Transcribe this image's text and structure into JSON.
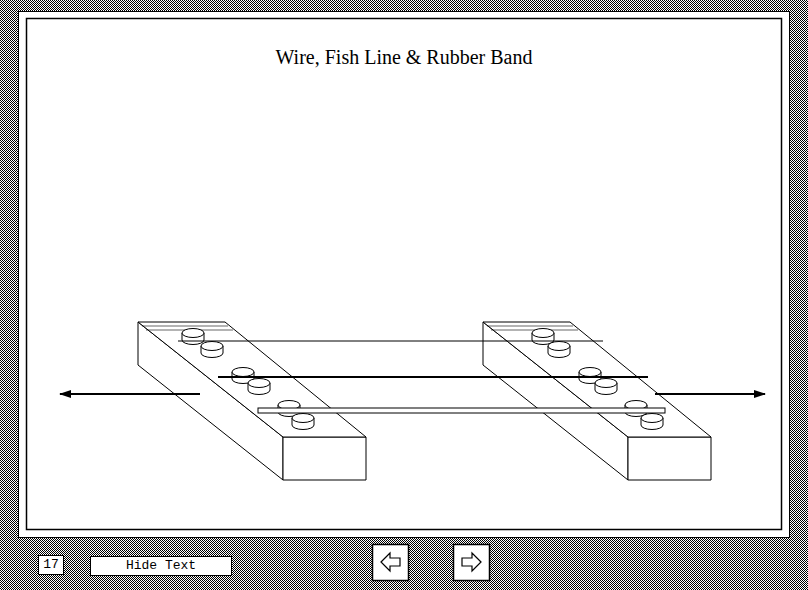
{
  "diagram": {
    "title": "Wire, Fish Line & Rubber Band",
    "nodes": [
      {
        "text": [
          "17"
        ]
      },
      {
        "text": [
          "Hide Text"
        ]
      }
    ]
  }
}
